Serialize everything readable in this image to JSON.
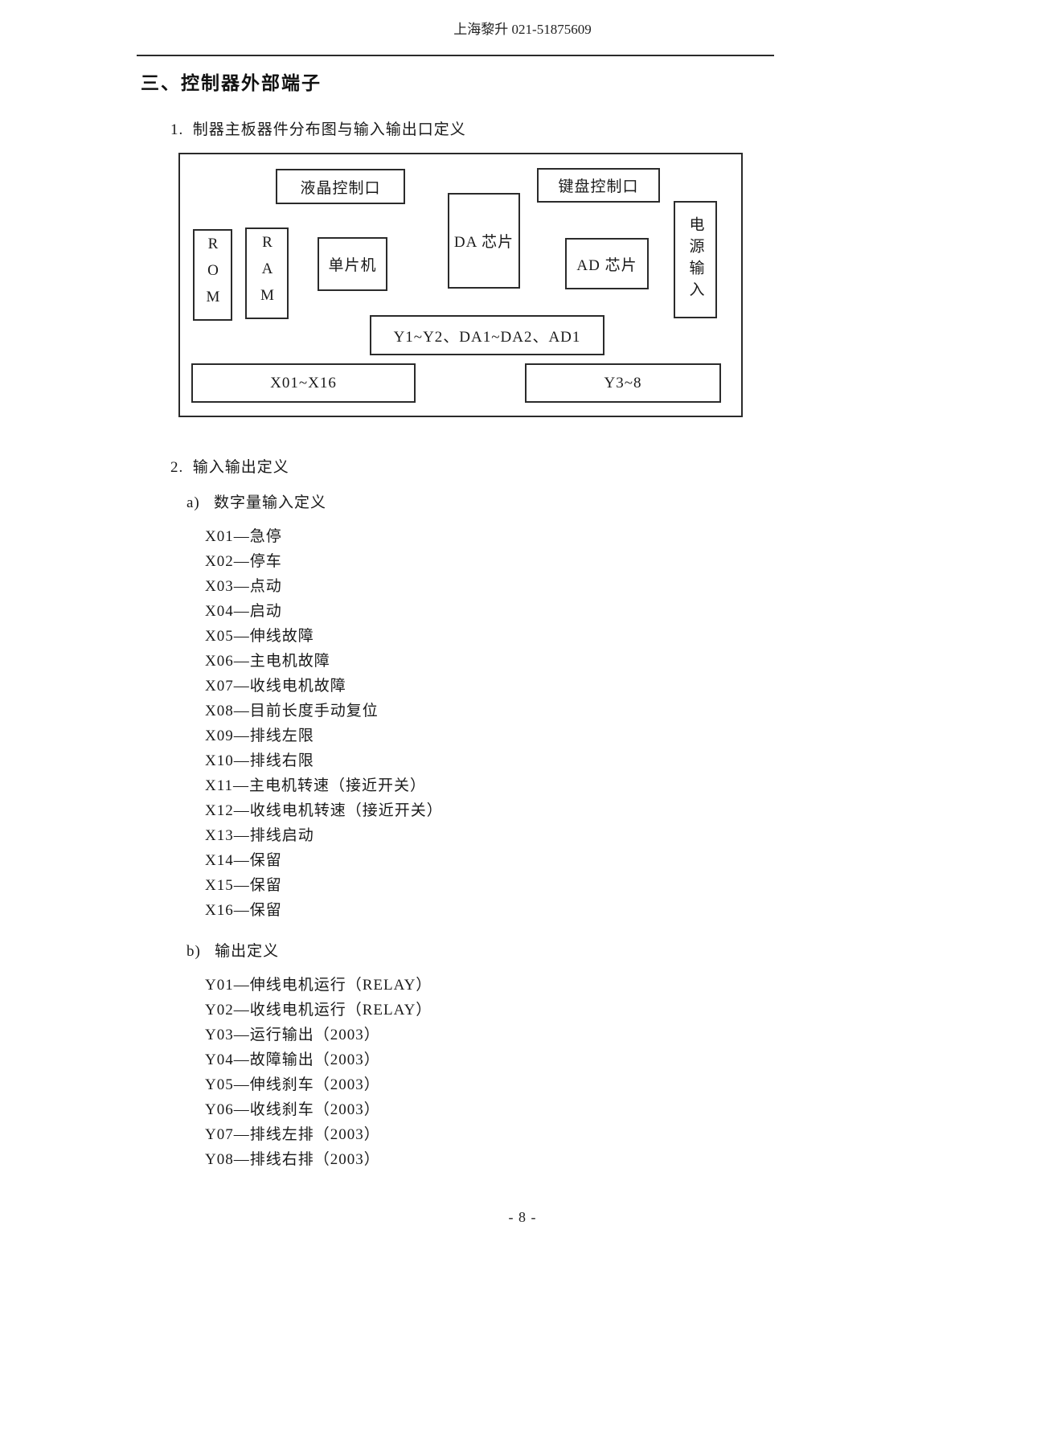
{
  "header": {
    "company": "上海黎升 021-51875609"
  },
  "section": {
    "title": "三、控制器外部端子"
  },
  "item1": {
    "title": "1.  制器主板器件分布图与输入输出口定义"
  },
  "diagram": {
    "lcd_port": "液晶控制口",
    "keyboard_port": "键盘控制口",
    "rom": "ROM",
    "ram": "RAM",
    "mcu": "单片机",
    "da_chip": "DA 芯片",
    "ad_chip": "AD 芯片",
    "power_input": "电源输入",
    "io_bus": "Y1~Y2、DA1~DA2、AD1",
    "x_terminals": "X01~X16",
    "y_terminals": "Y3~8"
  },
  "item2": {
    "title": "2.  输入输出定义",
    "inputs": {
      "label": "a)   数字量输入定义",
      "items": [
        "X01—急停",
        "X02—停车",
        "X03—点动",
        "X04—启动",
        "X05—伸线故障",
        "X06—主电机故障",
        "X07—收线电机故障",
        "X08—目前长度手动复位",
        "X09—排线左限",
        "X10—排线右限",
        "X11—主电机转速（接近开关）",
        "X12—收线电机转速（接近开关）",
        "X13—排线启动",
        "X14—保留",
        "X15—保留",
        "X16—保留"
      ]
    },
    "outputs": {
      "label": "b)   输出定义",
      "items": [
        "Y01—伸线电机运行（RELAY）",
        "Y02—收线电机运行（RELAY）",
        "Y03—运行输出（2003）",
        "Y04—故障输出（2003）",
        "Y05—伸线刹车（2003）",
        "Y06—收线刹车（2003）",
        "Y07—排线左排（2003）",
        "Y08—排线右排（2003）"
      ]
    }
  },
  "footer": {
    "page_number": "- 8 -"
  }
}
